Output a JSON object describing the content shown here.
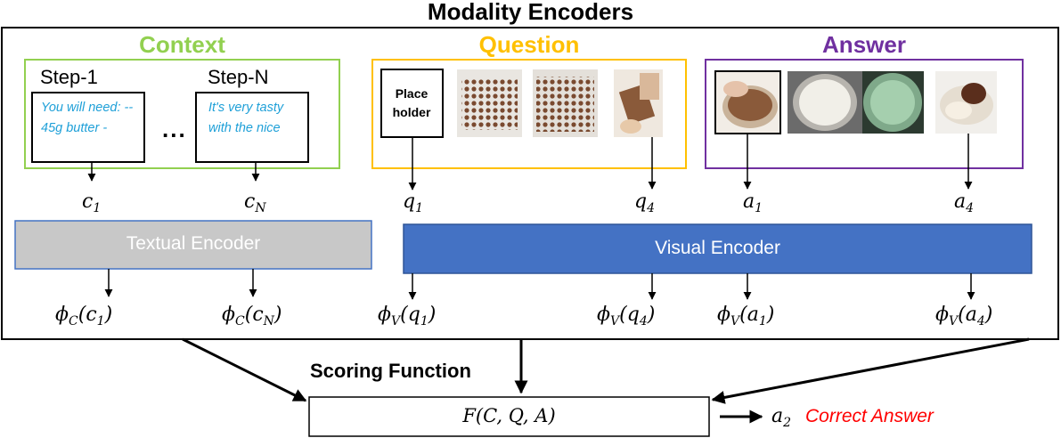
{
  "title": "Modality Encoders",
  "sections": {
    "context": {
      "title": "Context",
      "color": "#92d050"
    },
    "question": {
      "title": "Question",
      "color": "#ffc000"
    },
    "answer": {
      "title": "Answer",
      "color": "#7030a0"
    }
  },
  "context": {
    "step_first_label": "Step-1",
    "step_first_text_line1": "You will need: --",
    "step_first_text_line2": "45g butter -",
    "ellipsis": "...",
    "step_last_label": "Step-N",
    "step_last_text_line1": "It's very tasty",
    "step_last_text_line2": "with the nice"
  },
  "question": {
    "placeholder_line1": "Place",
    "placeholder_line2": "holder"
  },
  "variables": {
    "c1": {
      "base": "c",
      "sub": "1"
    },
    "cN": {
      "base": "c",
      "sub": "N"
    },
    "q1": {
      "base": "q",
      "sub": "1"
    },
    "q4": {
      "base": "q",
      "sub": "4"
    },
    "a1": {
      "base": "a",
      "sub": "1"
    },
    "a4": {
      "base": "a",
      "sub": "4"
    }
  },
  "encoders": {
    "textual": {
      "label": "Textual Encoder",
      "color": "#c8c8c8",
      "border": "#4472c4"
    },
    "visual": {
      "label": "Visual Encoder",
      "color": "#4472c4",
      "border": "#2f5597"
    }
  },
  "embeddings": {
    "phi_c1": {
      "phi": "ϕ",
      "enc": "C",
      "arg": "c",
      "arg_sub": "1"
    },
    "phi_cN": {
      "phi": "ϕ",
      "enc": "C",
      "arg": "c",
      "arg_sub": "N"
    },
    "phi_q1": {
      "phi": "ϕ",
      "enc": "V",
      "arg": "q",
      "arg_sub": "1"
    },
    "phi_q4": {
      "phi": "ϕ",
      "enc": "V",
      "arg": "q",
      "arg_sub": "4"
    },
    "phi_a1": {
      "phi": "ϕ",
      "enc": "V",
      "arg": "a",
      "arg_sub": "1"
    },
    "phi_a4": {
      "phi": "ϕ",
      "enc": "V",
      "arg": "a",
      "arg_sub": "4"
    }
  },
  "scoring": {
    "title": "Scoring Function",
    "function": "F(C, Q, A)"
  },
  "result": {
    "var": {
      "base": "a",
      "sub": "2"
    },
    "label": "Correct Answer",
    "color": "#ff0000"
  }
}
